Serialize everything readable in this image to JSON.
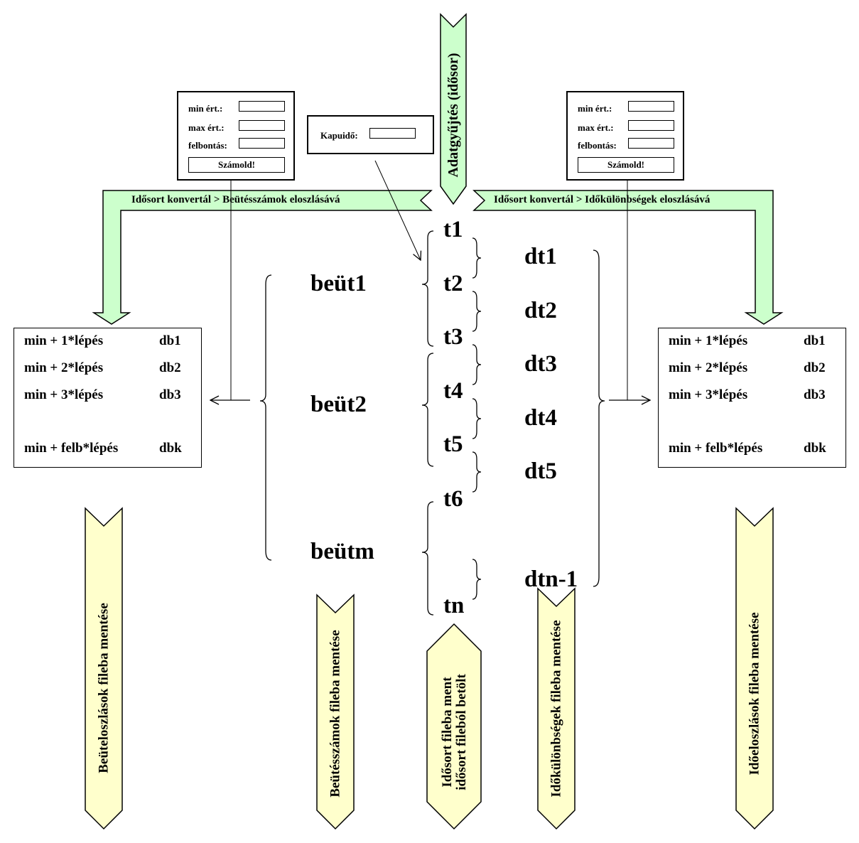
{
  "colors": {
    "green": "#ccffcc",
    "yellow": "#ffffcc",
    "stroke": "#000000"
  },
  "top_arrow": {
    "label": "Adatgyűjtés (idősor)"
  },
  "left_bar": {
    "label": "Idősort konvertál > Beütésszámok eloszlásává"
  },
  "right_bar": {
    "label": "Idősort konvertál > Időkülönbségek eloszlásává"
  },
  "left_panel": {
    "min_label": "min ért.:",
    "max_label": "max ért.:",
    "res_label": "felbontás:",
    "button": "Számold!"
  },
  "right_panel": {
    "min_label": "min ért.:",
    "max_label": "max ért.:",
    "res_label": "felbontás:",
    "button": "Számold!"
  },
  "gate_panel": {
    "label": "Kapuidő:"
  },
  "left_list": {
    "rows": [
      {
        "label": "min + 1*lépés",
        "count": "db1"
      },
      {
        "label": "min + 2*lépés",
        "count": "db2"
      },
      {
        "label": "min + 3*lépés",
        "count": "db3"
      },
      {
        "label": "min + felb*lépés",
        "count": "dbk"
      }
    ]
  },
  "right_list": {
    "rows": [
      {
        "label": "min + 1*lépés",
        "count": "db1"
      },
      {
        "label": "min + 2*lépés",
        "count": "db2"
      },
      {
        "label": "min + 3*lépés",
        "count": "db3"
      },
      {
        "label": "min + felb*lépés",
        "count": "dbk"
      }
    ]
  },
  "timestamps": [
    "t1",
    "t2",
    "t3",
    "t4",
    "t5",
    "t6",
    "tn"
  ],
  "differences": [
    "dt1",
    "dt2",
    "dt3",
    "dt4",
    "dt5",
    "dtn-1"
  ],
  "counts": [
    "beüt1",
    "beüt2",
    "beütm"
  ],
  "bottom_arrows": {
    "count_distributions": "Beüteloszlások fileba mentése",
    "counts_save": "Beütésszámok fileba mentése",
    "timeseries_line1": "Idősort fileba ment",
    "timeseries_line2": "idősort fileból betölt",
    "differences_save": "Időkülönbségek fileba mentése",
    "time_distributions": "Időeloszlások fileba mentése"
  }
}
